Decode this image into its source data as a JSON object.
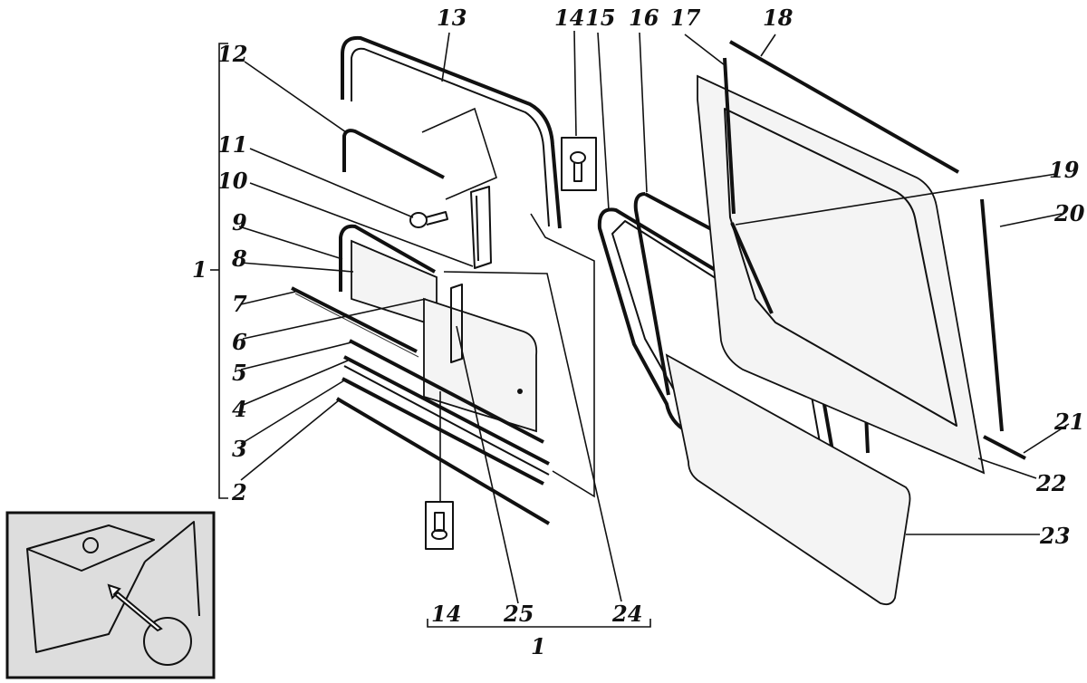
{
  "callouts": {
    "n1_left": "1",
    "n1_bottom": "1",
    "n2": "2",
    "n3": "3",
    "n4": "4",
    "n5": "5",
    "n6": "6",
    "n7": "7",
    "n8": "8",
    "n9": "9",
    "n10": "10",
    "n11": "11",
    "n12": "12",
    "n13": "13",
    "n14_top": "14",
    "n14_bottom": "14",
    "n15": "15",
    "n16": "16",
    "n17": "17",
    "n18": "18",
    "n19": "19",
    "n20": "20",
    "n21": "21",
    "n22": "22",
    "n23": "23",
    "n24": "24",
    "n25": "25"
  }
}
